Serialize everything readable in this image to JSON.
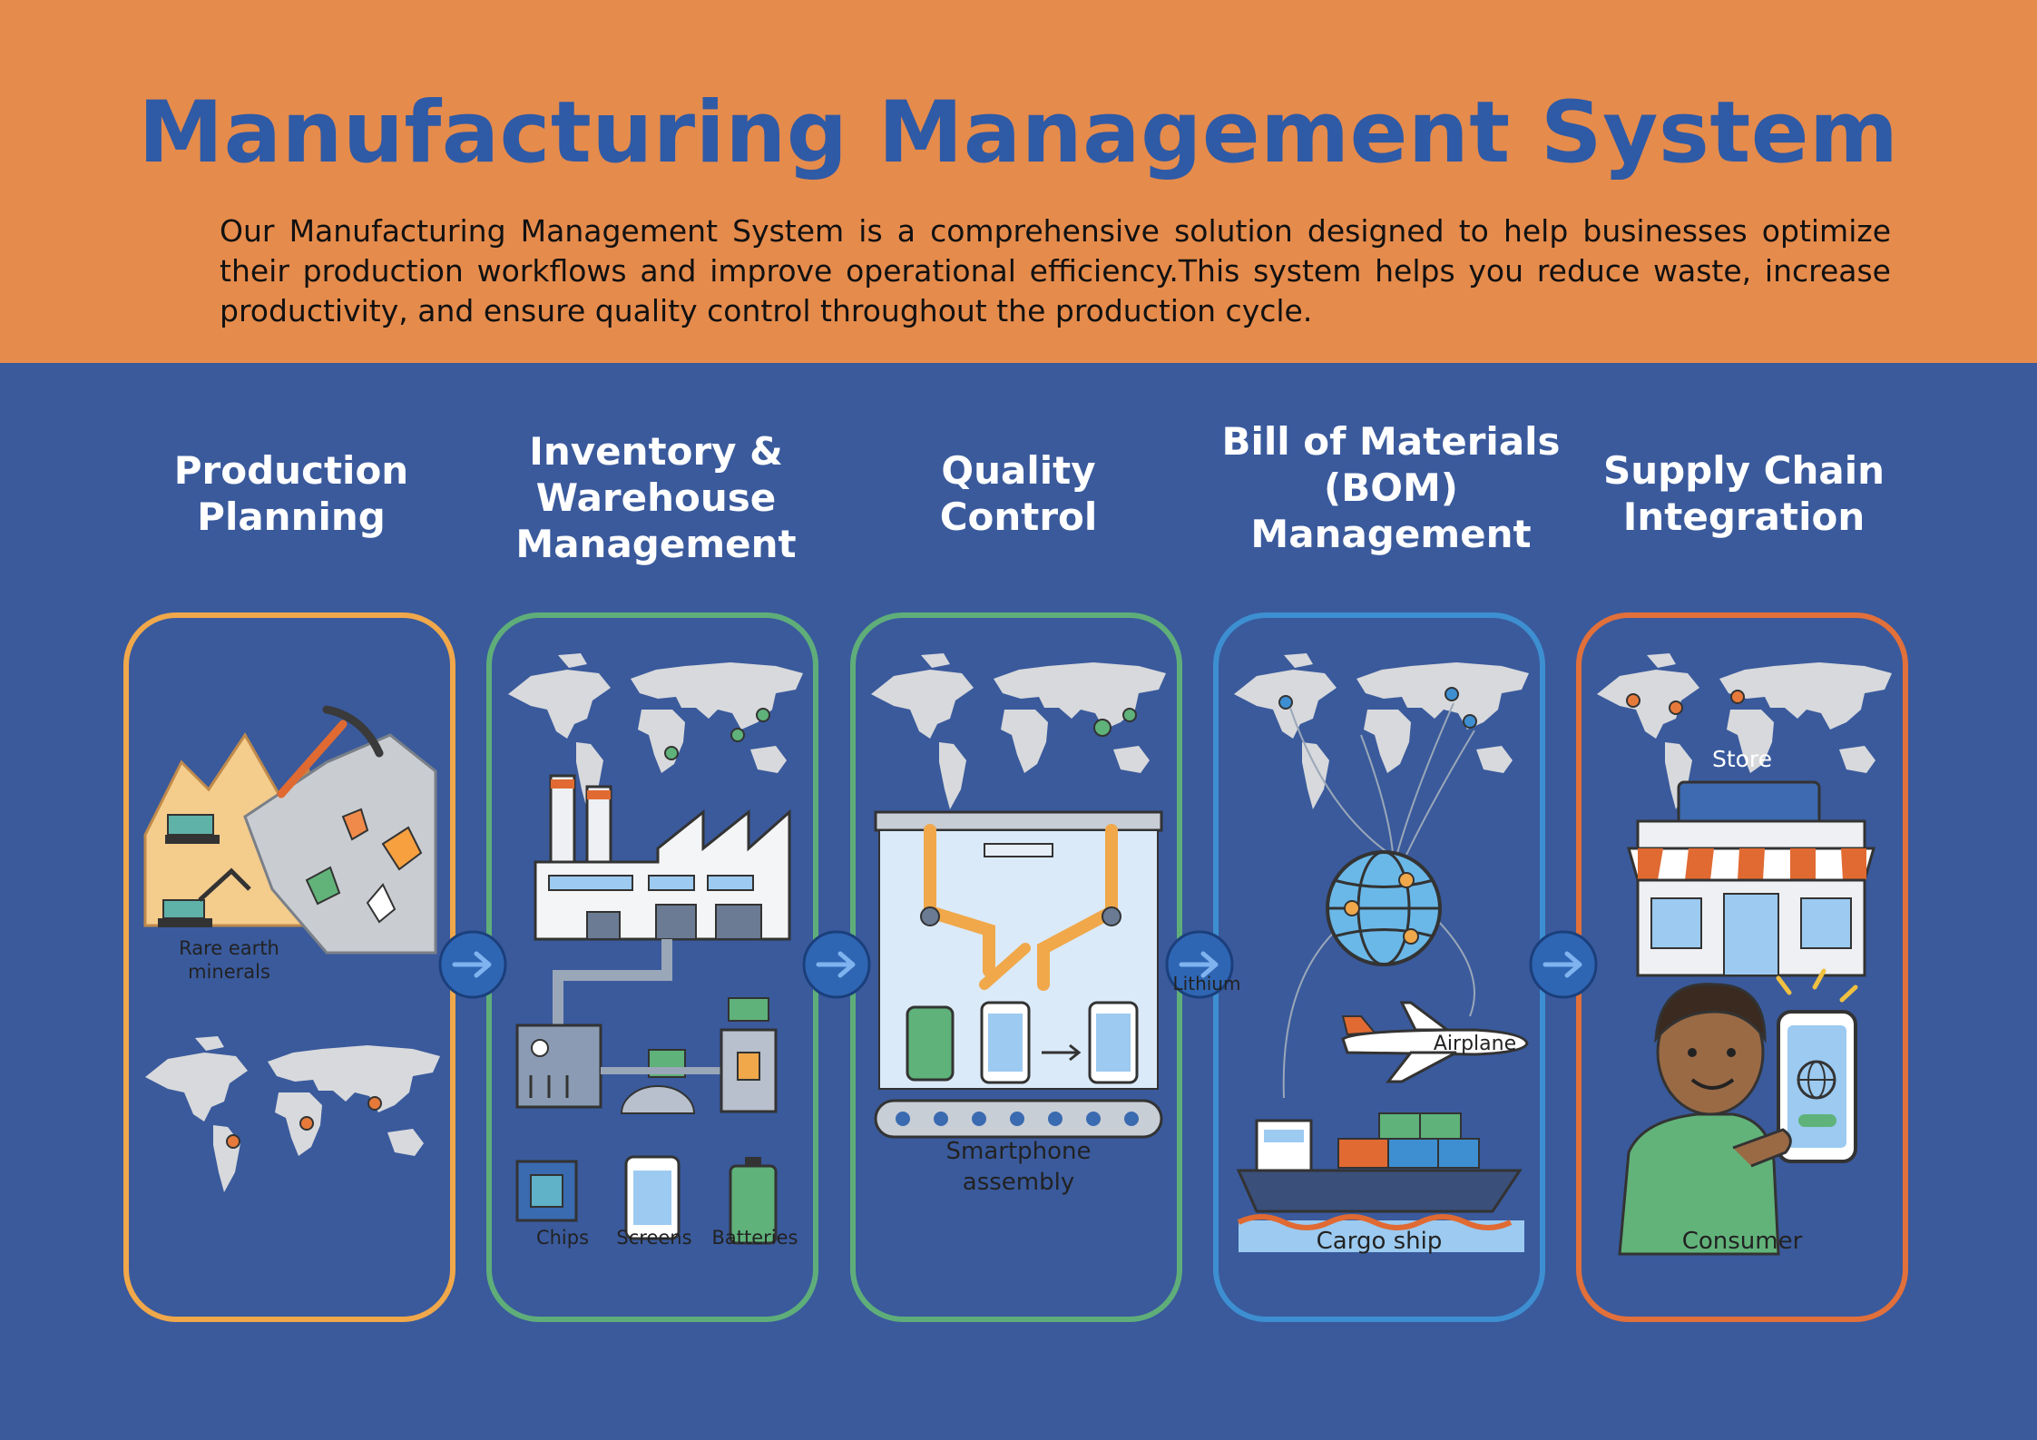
{
  "header": {
    "title": "Manufacturing Management System",
    "description": "Our Manufacturing Management System is a comprehensive solution designed to help businesses optimize their production workflows and improve operational efficiency.This system helps you reduce waste, increase productivity, and ensure quality control throughout the production cycle."
  },
  "columns": [
    {
      "title": "Production Planning",
      "border_color": "#f0a84a"
    },
    {
      "title": "Inventory & Warehouse Management",
      "border_color": "#5fae7a"
    },
    {
      "title": "Quality Control",
      "border_color": "#5fae7a"
    },
    {
      "title": "Bill of Materials (BOM) Management",
      "border_color": "#3d8fd1"
    },
    {
      "title": "Supply Chain Integration",
      "border_color": "#e2703a"
    }
  ],
  "labels": {
    "rare_earth": "Rare earth minerals",
    "chips": "Chips",
    "screens": "Screens",
    "batteries": "Batteries",
    "smartphone": "Smartphone assembly",
    "lithium": "Lithium",
    "airplane": "Airplane",
    "cargo": "Cargo ship",
    "store": "Store",
    "consumer": "Consumer"
  },
  "colors": {
    "header_bg": "#e58b4c",
    "main_bg": "#3a5a9c",
    "title": "#2f5aa6"
  }
}
